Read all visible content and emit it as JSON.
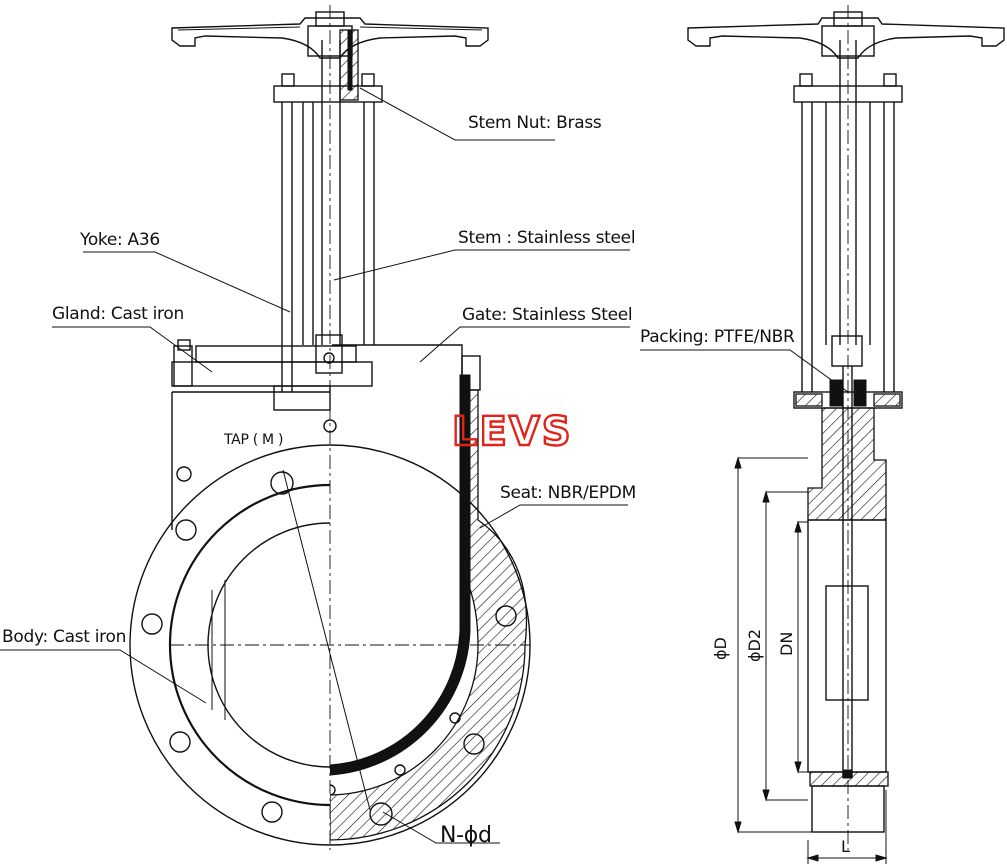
{
  "labels": {
    "stem_nut": "Stem Nut: Brass",
    "yoke": "Yoke: A36",
    "stem": "Stem : Stainless steel",
    "gland": "Gland: Cast iron",
    "gate": "Gate: Stainless Steel",
    "packing": "Packing: PTFE/NBR",
    "tap": "TAP ( M )",
    "seat": "Seat: NBR/EPDM",
    "body": "Body: Cast iron",
    "bolt_holes": "N-ϕd"
  },
  "logo": {
    "text": "LEVS",
    "color": "#e2231a"
  },
  "dimensions": {
    "outer_diameter": "ϕD",
    "bolt_circle": "ϕD2",
    "nominal": "DN",
    "length": "L"
  }
}
